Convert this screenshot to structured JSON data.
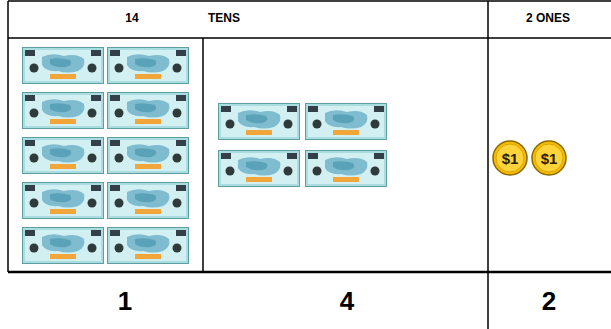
{
  "diagram": {
    "nodes": [
      {
        "text": [
          "$1"
        ]
      },
      {
        "text": [
          "$1"
        ]
      }
    ],
    "labels": [
      "14",
      "TENS",
      "2 ONES",
      "1",
      "4",
      "2"
    ]
  }
}
